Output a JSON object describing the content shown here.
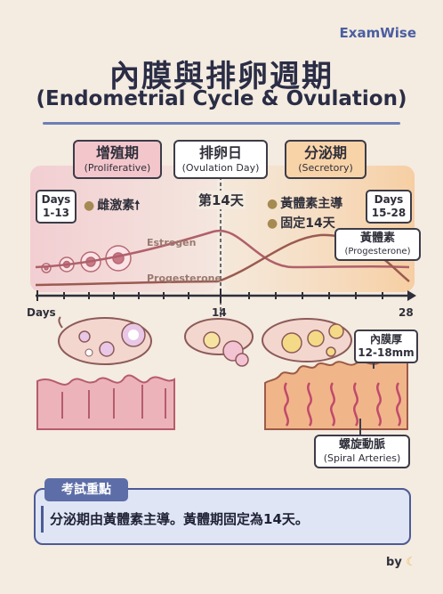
{
  "brand": "ExamWise",
  "title_zh": "內膜與排卵週期",
  "title_en": "(Endometrial Cycle & Ovulation)",
  "phases": {
    "proliferative": {
      "zh": "增殖期",
      "en": "(Proliferative)"
    },
    "ovulation": {
      "zh": "排卵日",
      "en": "(Ovulation Day)"
    },
    "secretory": {
      "zh": "分泌期",
      "en": "(Secretory)"
    }
  },
  "days_early": {
    "line1": "Days",
    "line2": "1-13"
  },
  "days_late": {
    "line1": "Days",
    "line2": "15-28"
  },
  "estrogen_note": "雌激素",
  "estrogen_arrow": "🠕",
  "day14_note": "第14天",
  "secretory_notes": [
    "黃體素主導",
    "固定14天"
  ],
  "curves": {
    "estrogen": "Estrogen",
    "progesterone": "Progesterone"
  },
  "progesterone_box": {
    "zh": "黃體素",
    "en": "(Progesterone)"
  },
  "axis": {
    "label": "Days",
    "mid": "14",
    "end": "28"
  },
  "endometrium_thickness": {
    "zh": "內膜厚",
    "value": "12-18mm"
  },
  "spiral": {
    "zh": "螺旋動脈",
    "en": "(Spiral Arteries)"
  },
  "key_point": {
    "tag": "考試重點",
    "text": "分泌期由黃體素主導。黃體期固定為14天。"
  },
  "byline": "by",
  "colors": {
    "background": "#f4ebe1",
    "proliferative": "#f3c6cc",
    "secretory": "#f8d3a8",
    "accent": "#4a5fa0",
    "curve": "#b0606a"
  }
}
